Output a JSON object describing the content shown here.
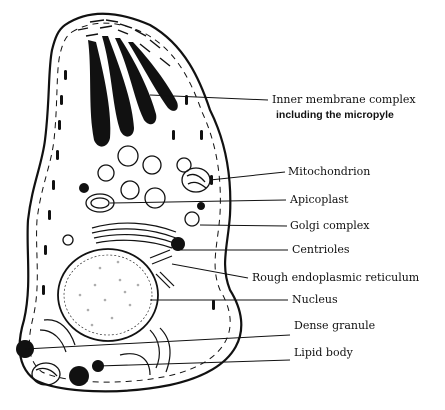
{
  "figure": {
    "labels": {
      "inner_membrane_complex": "Inner membrane complex",
      "micropyle_note": "including the micropyle",
      "mitochondrion": "Mitochondrion",
      "apicoplast": "Apicoplast",
      "golgi_complex": "Golgi complex",
      "centrioles": "Centrioles",
      "rough_er": "Rough endoplasmic reticulum",
      "nucleus": "Nucleus",
      "dense_granule": "Dense granule",
      "lipid_body": "Lipid body"
    },
    "colors": {
      "ink": "#111111",
      "background": "#ffffff"
    }
  }
}
